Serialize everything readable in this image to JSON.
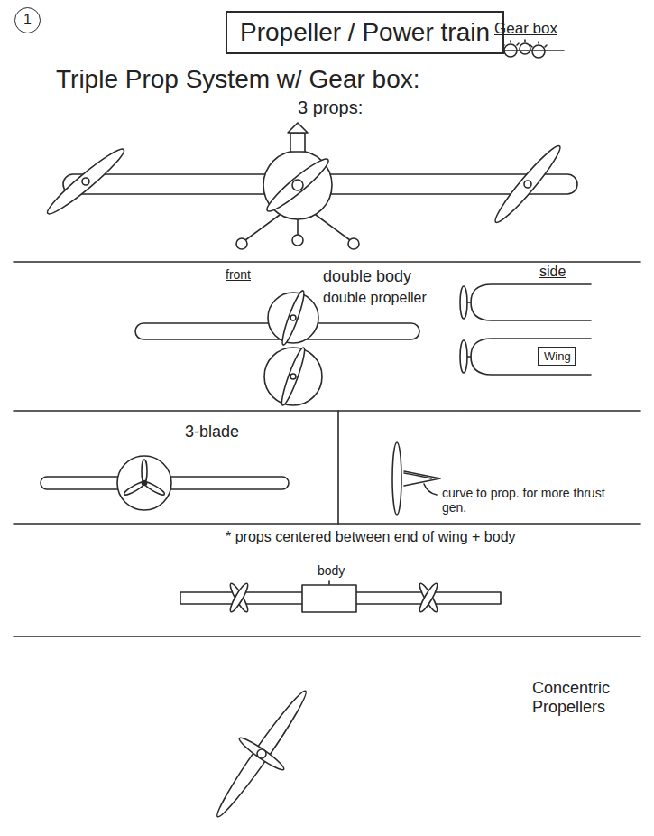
{
  "diagram": {
    "title": "Propeller / Power train",
    "nodes": [
      {
        "text": [
          "1"
        ]
      },
      {
        "text": [
          "Wing"
        ]
      }
    ],
    "labels": [
      "Gear box",
      "Triple Prop System w/ Gear box:",
      "3 props:",
      "front",
      "double body",
      "double propeller",
      "side",
      "3-blade",
      "curve to prop. for more thrust gen.",
      "* props centered between end of wing + body",
      "body",
      "Concentric Propellers"
    ]
  }
}
